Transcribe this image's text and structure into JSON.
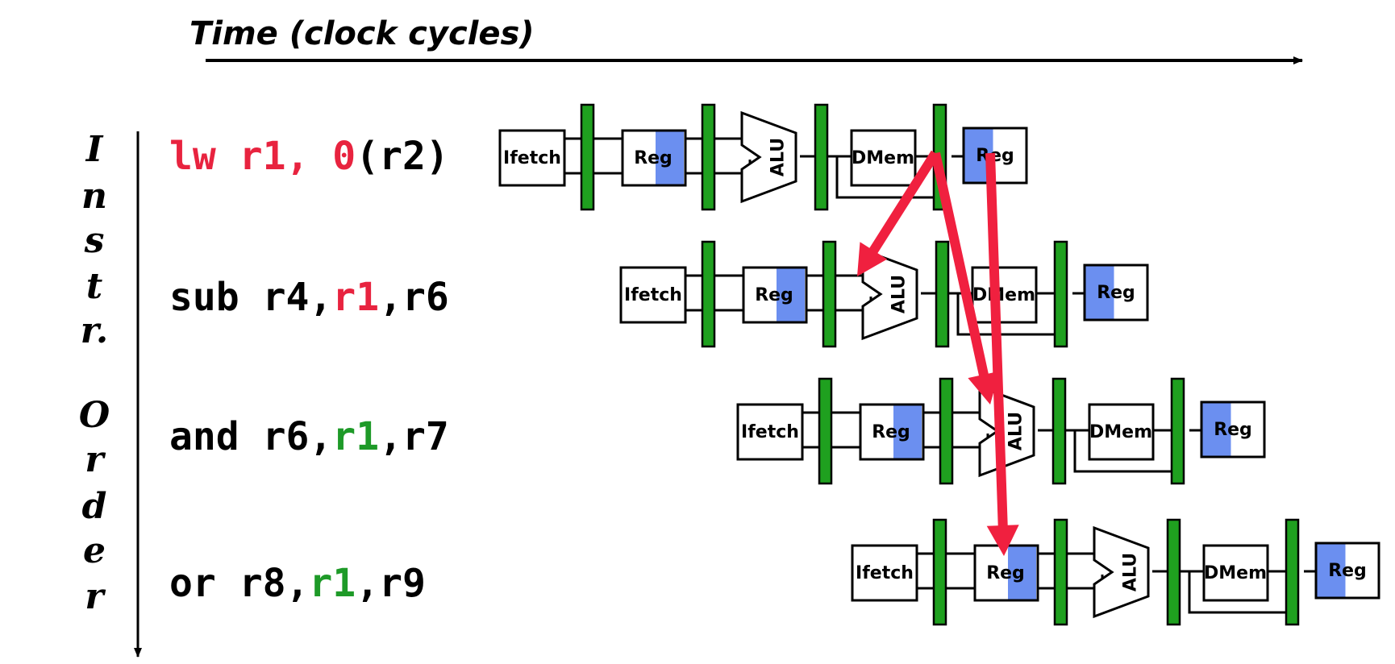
{
  "axis": {
    "title": "Time (clock cycles)",
    "order_label": [
      "I",
      "n",
      "s",
      "t",
      "r.",
      "O",
      "r",
      "d",
      "e",
      "r"
    ]
  },
  "instructions": [
    {
      "segments": [
        {
          "text": "lw r1, 0",
          "color": "red"
        },
        {
          "text": "(r2)",
          "color": "black"
        }
      ]
    },
    {
      "segments": [
        {
          "text": "sub r4,",
          "color": "black"
        },
        {
          "text": "r1",
          "color": "red"
        },
        {
          "text": ",r6",
          "color": "black"
        }
      ]
    },
    {
      "segments": [
        {
          "text": "and r6,",
          "color": "black"
        },
        {
          "text": "r1",
          "color": "green"
        },
        {
          "text": ",r7",
          "color": "black"
        }
      ]
    },
    {
      "segments": [
        {
          "text": "or   r8,",
          "color": "black"
        },
        {
          "text": "r1",
          "color": "green"
        },
        {
          "text": ",r9",
          "color": "black"
        }
      ]
    }
  ],
  "stages": {
    "ifetch": "Ifetch",
    "reg": "Reg",
    "alu": "ALU",
    "dmem": "DMem",
    "writeback": "Reg"
  },
  "colors": {
    "pipeline_register": "#1fa01f",
    "reg_highlight": "#6b8ff0",
    "arrow": "#f0203f",
    "text_red": "#e8233f",
    "text_green": "#1e9a28",
    "text_black": "#000000"
  }
}
